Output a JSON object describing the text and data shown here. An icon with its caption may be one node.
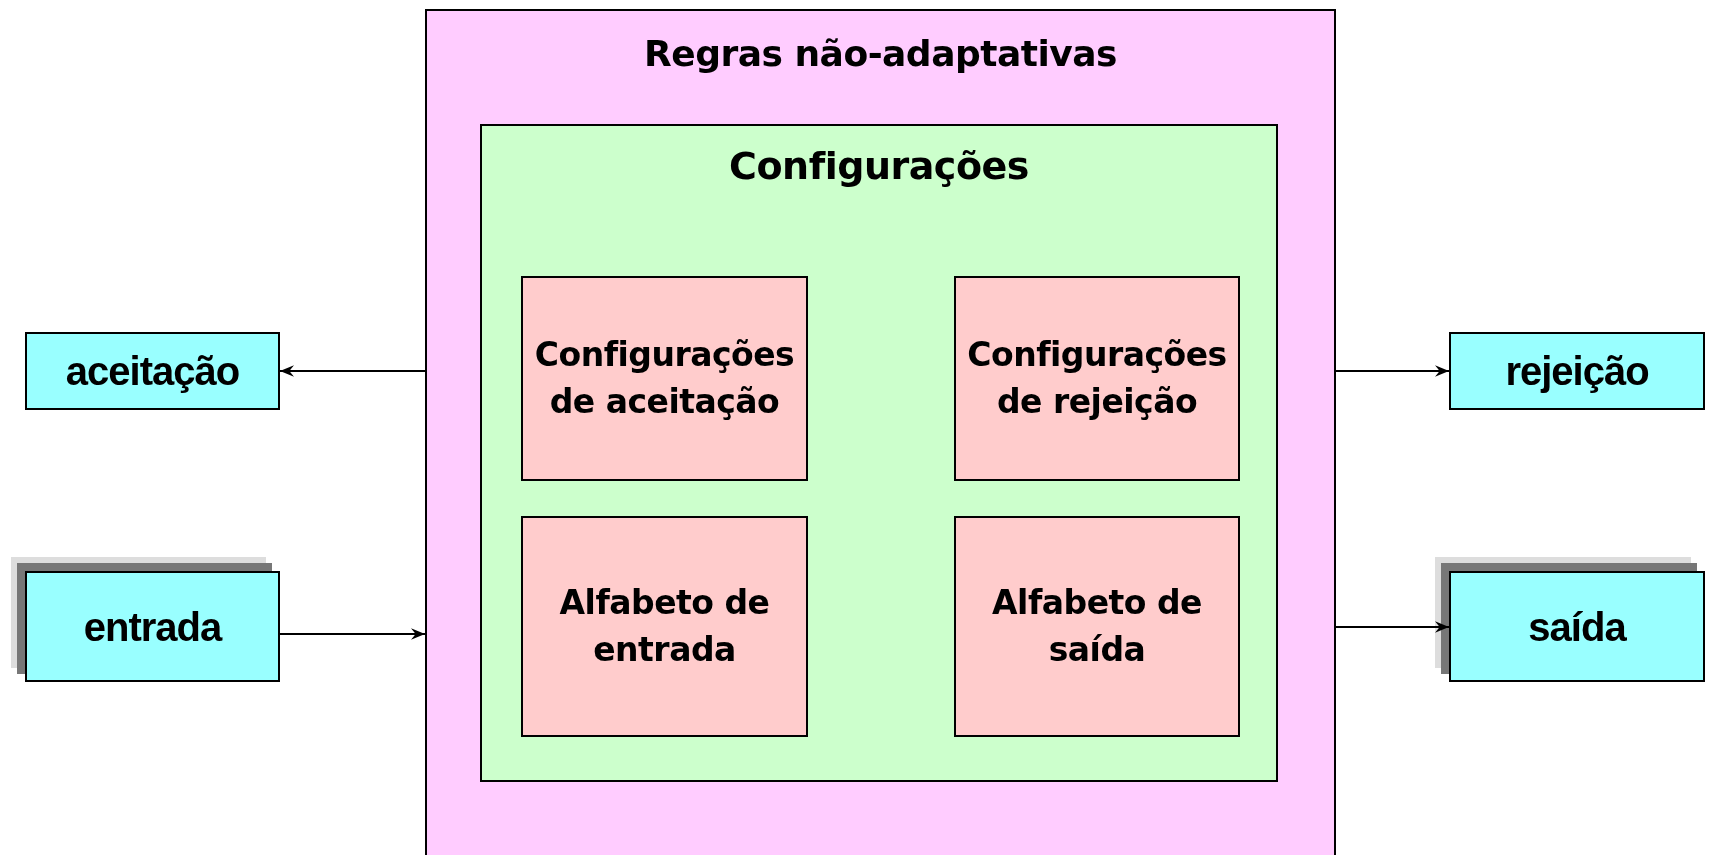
{
  "diagram": {
    "nodes": [
      {
        "text": [
          "Regras não-adaptativas"
        ]
      },
      {
        "text": [
          "Configurações"
        ],
        "in": 0
      },
      {
        "text": [
          "Configurações de aceitação"
        ],
        "in": 1
      },
      {
        "text": [
          "Configurações de rejeição"
        ],
        "in": 1
      },
      {
        "text": [
          "Alfabeto de entrada"
        ],
        "in": 1
      },
      {
        "text": [
          "Alfabeto de saída"
        ],
        "in": 1
      },
      {
        "text": [
          "aceitação"
        ]
      },
      {
        "text": [
          "rejeição"
        ]
      },
      {
        "text": [
          "entrada"
        ]
      },
      {
        "text": [
          "saída"
        ]
      }
    ],
    "edges": [
      {
        "from": 0,
        "to": 6,
        "arrow": "to"
      },
      {
        "from": 0,
        "to": 7,
        "arrow": "to"
      },
      {
        "from": 8,
        "to": 0,
        "arrow": "to"
      },
      {
        "from": 0,
        "to": 9,
        "arrow": "to"
      }
    ]
  }
}
